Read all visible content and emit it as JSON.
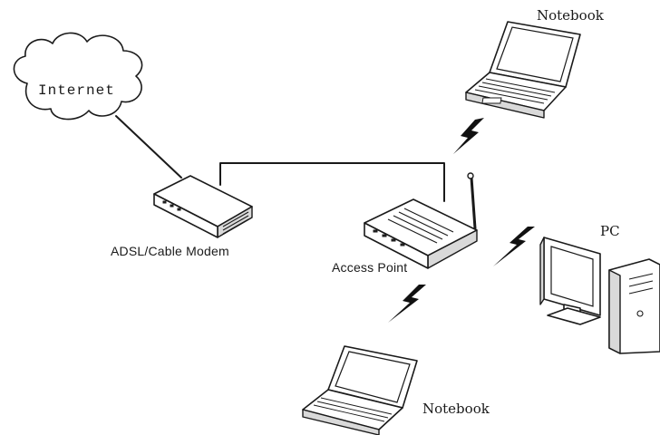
{
  "labels": {
    "internet": "Internet",
    "modem": "ADSL/Cable Modem",
    "access_point": "Access Point",
    "notebook_top": "Notebook",
    "pc": "PC",
    "notebook_bottom": "Notebook"
  },
  "colors": {
    "line": "#1a1a1a",
    "background": "#ffffff"
  }
}
